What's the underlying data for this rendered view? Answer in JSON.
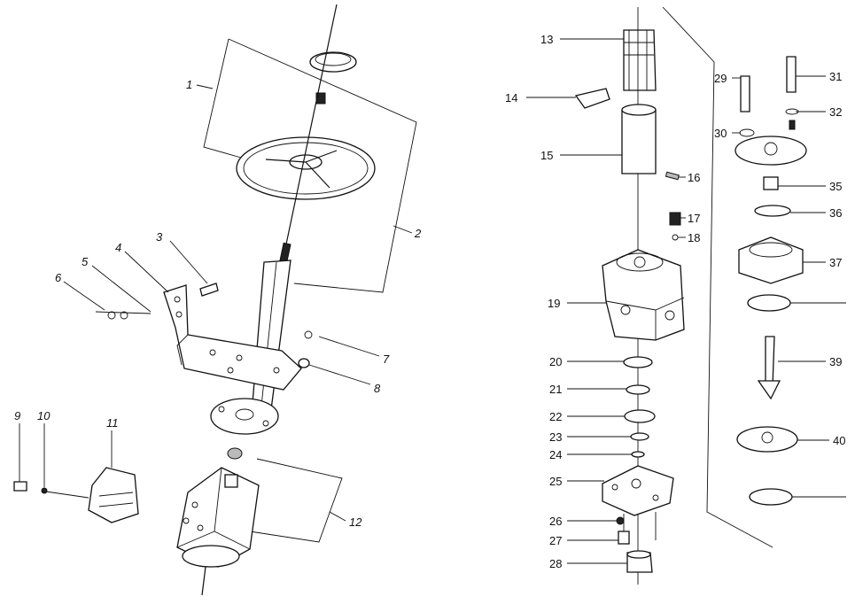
{
  "diagram": {
    "left_group": {
      "labels": [
        "1",
        "2",
        "3",
        "4",
        "5",
        "6",
        "7",
        "8",
        "9",
        "10",
        "11",
        "12"
      ]
    },
    "right_group": {
      "labels": [
        "13",
        "14",
        "15",
        "16",
        "17",
        "18",
        "19",
        "20",
        "21",
        "22",
        "23",
        "24",
        "25",
        "26",
        "27",
        "28",
        "29",
        "30",
        "31",
        "32",
        "35",
        "36",
        "37",
        "39",
        "40"
      ]
    }
  }
}
